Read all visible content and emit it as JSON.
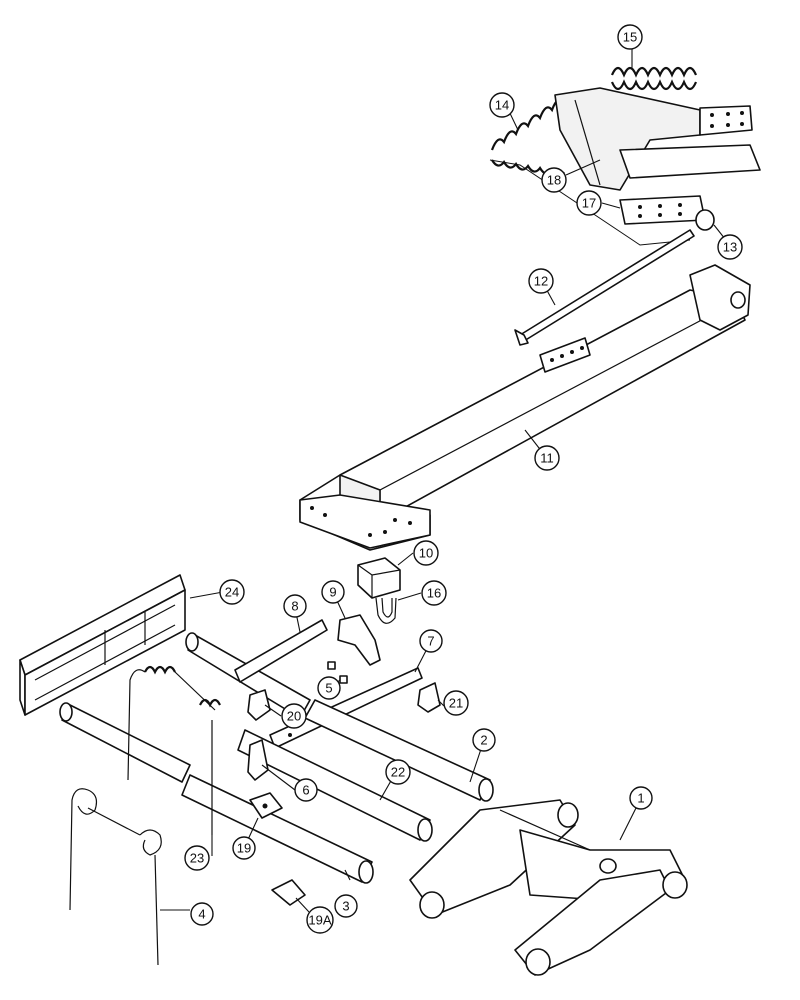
{
  "diagram": {
    "callouts": [
      {
        "id": "c1",
        "label": "1"
      },
      {
        "id": "c2",
        "label": "2"
      },
      {
        "id": "c3",
        "label": "3"
      },
      {
        "id": "c4",
        "label": "4"
      },
      {
        "id": "c5",
        "label": "5"
      },
      {
        "id": "c6",
        "label": "6"
      },
      {
        "id": "c7",
        "label": "7"
      },
      {
        "id": "c8",
        "label": "8"
      },
      {
        "id": "c9",
        "label": "9"
      },
      {
        "id": "c10",
        "label": "10"
      },
      {
        "id": "c11",
        "label": "11"
      },
      {
        "id": "c12",
        "label": "12"
      },
      {
        "id": "c13",
        "label": "13"
      },
      {
        "id": "c14",
        "label": "14"
      },
      {
        "id": "c15",
        "label": "15"
      },
      {
        "id": "c16",
        "label": "16"
      },
      {
        "id": "c17",
        "label": "17"
      },
      {
        "id": "c18",
        "label": "18"
      },
      {
        "id": "c19",
        "label": "19"
      },
      {
        "id": "c19a",
        "label": "19A"
      },
      {
        "id": "c20",
        "label": "20"
      },
      {
        "id": "c21",
        "label": "21"
      },
      {
        "id": "c22",
        "label": "22"
      },
      {
        "id": "c23",
        "label": "23"
      },
      {
        "id": "c24",
        "label": "24"
      }
    ]
  }
}
